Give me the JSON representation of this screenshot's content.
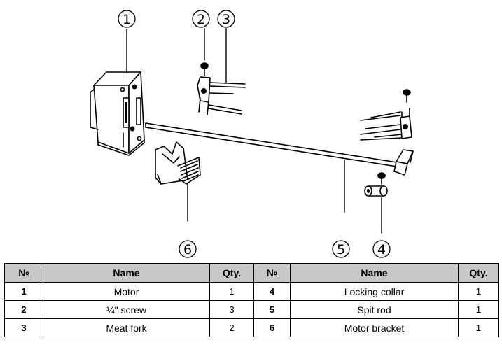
{
  "callouts": [
    "1",
    "2",
    "3",
    "4",
    "5",
    "6"
  ],
  "table": {
    "headers": [
      "№",
      "Name",
      "Qty.",
      "№",
      "Name",
      "Qty."
    ],
    "rows": [
      {
        "l_num": "1",
        "l_name": "Motor",
        "l_qty": "1",
        "r_num": "4",
        "r_name": "Locking collar",
        "r_qty": "1"
      },
      {
        "l_num": "2",
        "l_name": "¼\" screw",
        "l_qty": "3",
        "r_num": "5",
        "r_name": "Spit rod",
        "r_qty": "1"
      },
      {
        "l_num": "3",
        "l_name": "Meat fork",
        "l_qty": "2",
        "r_num": "6",
        "r_name": "Motor bracket",
        "r_qty": "1"
      }
    ]
  }
}
